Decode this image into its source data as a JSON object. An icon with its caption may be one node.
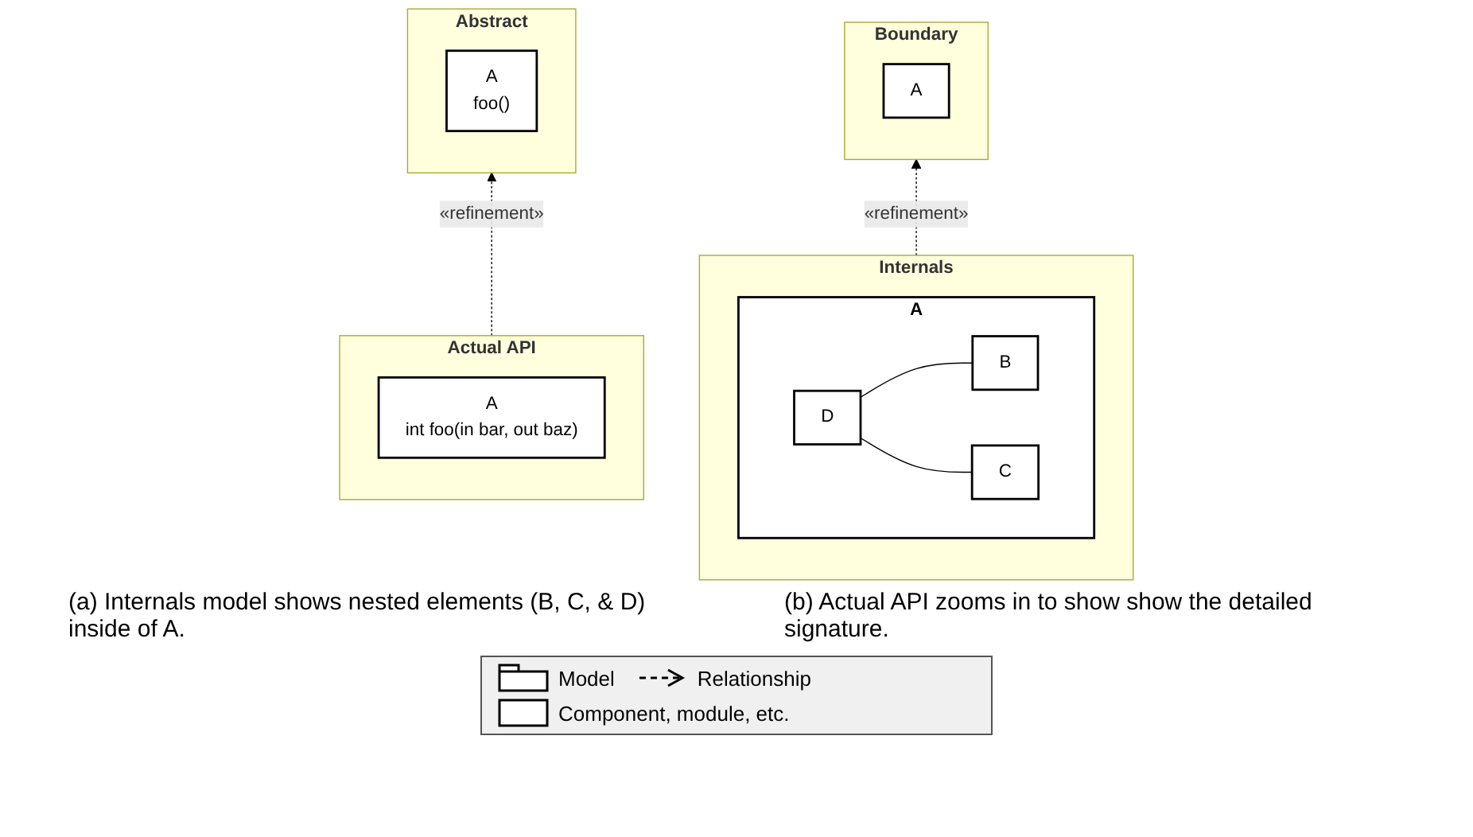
{
  "diagram": {
    "nodes": [
      {
        "text": [
          "Boundary"
        ]
      },
      {
        "text": [
          "A"
        ],
        "in": 0
      },
      {
        "text": [
          "Internals"
        ]
      },
      {
        "text": [
          "A"
        ],
        "in": 2
      },
      {
        "text": [
          "B"
        ],
        "in": 3
      },
      {
        "text": [
          "C"
        ],
        "in": 3
      },
      {
        "text": [
          "D"
        ],
        "in": 3
      },
      {
        "text": [
          "Abstract"
        ]
      },
      {
        "text": [
          "A",
          "foo()"
        ],
        "in": 7
      },
      {
        "text": [
          "Actual API"
        ]
      },
      {
        "text": [
          "A",
          "int foo(in bar, out baz)"
        ],
        "in": 9
      }
    ],
    "edges": [
      {
        "from": 2,
        "to": 0,
        "arrow": "to",
        "label": "«refinement»",
        "style": "dashed"
      },
      {
        "from": 6,
        "to": 4,
        "arrow": "none"
      },
      {
        "from": 6,
        "to": 5,
        "arrow": "none"
      },
      {
        "from": 9,
        "to": 7,
        "arrow": "to",
        "label": "«refinement»",
        "style": "dashed"
      }
    ],
    "labels": [
      "(a) Internals model shows nested elements (B, C, & D) inside of A.",
      "(b) Actual API zooms in to show show the detailed signature."
    ],
    "legend": [
      {
        "text": "Model"
      },
      {
        "text": "Relationship"
      },
      {
        "text": "Component, module, etc."
      }
    ]
  }
}
